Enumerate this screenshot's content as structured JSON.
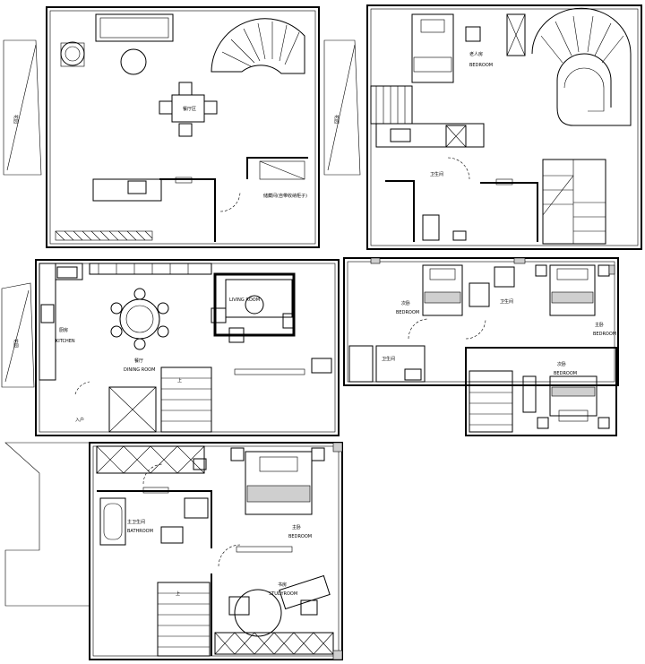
{
  "plans": [
    {
      "id": "plan-1",
      "labels": {
        "dining": "餐厅区",
        "storage": "储藏间(自带收纳柜子)",
        "side_left": "花园"
      }
    },
    {
      "id": "plan-2",
      "labels": {
        "bedroom_cn": "老人房",
        "bedroom_en": "BEDROOM",
        "bath": "卫生间",
        "side_left": "花园"
      }
    },
    {
      "id": "plan-3",
      "labels": {
        "kitchen_cn": "厨房",
        "kitchen_en": "KITCHEN",
        "dining_cn": "餐厅",
        "dining_en": "DINING ROOM",
        "living_en": "LIVING ROOM",
        "stair": "上",
        "side_left": "花园",
        "entry": "入户"
      }
    },
    {
      "id": "plan-4",
      "labels": {
        "bed1_cn": "次卧",
        "bed1_en": "BEDROOM",
        "bath_cn": "卫生间",
        "bed2_cn": "主卧",
        "bed2_en": "BEDROOM",
        "bed3_cn": "次卧",
        "bed3_en": "BEDROOM",
        "bath2_cn": "卫生间"
      }
    },
    {
      "id": "plan-5",
      "labels": {
        "master_bath_cn": "主卫生间",
        "master_bath_en": "BATHROOM",
        "master_bed_cn": "主卧",
        "master_bed_en": "BEDROOM",
        "study_cn": "书房",
        "study_en": "STUDYROOM",
        "stair": "上"
      }
    }
  ]
}
